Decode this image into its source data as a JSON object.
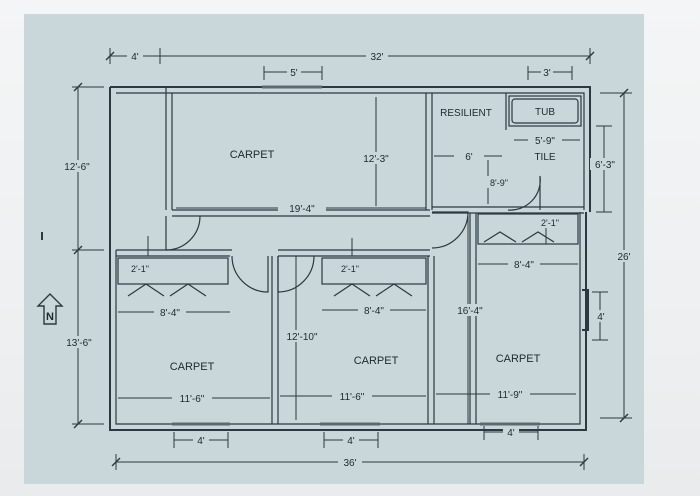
{
  "labels": {
    "dim_overall_top": "32'",
    "dim_top_left": "4'",
    "dim_top_door": "5'",
    "dim_top_right": "3'",
    "dim_left_upper": "12'-6\"",
    "dim_left_lower": "13'-6\"",
    "dim_right_total": "26'",
    "dim_right_bath": "6'-3\"",
    "dim_right_window": "4'",
    "dim_bottom_overall": "36'",
    "dim_bottom_w1": "4'",
    "dim_bottom_w2": "4'",
    "dim_bottom_w3": "4'",
    "room_carpet_main": "CARPET",
    "dim_main_height": "12'-3\"",
    "dim_main_width": "19'-4\"",
    "room_resilient": "RESILIENT",
    "room_tub": "TUB",
    "dim_tub_width": "5'-9\"",
    "room_tile": "TILE",
    "dim_bath_6": "6'",
    "dim_bath_door": "8'-9\"",
    "dim_closet_r": "2'-1\"",
    "dim_closet_r_width": "8'-4\"",
    "dim_closet_l": "2'-1\"",
    "dim_closet_l_width": "8'-4\"",
    "dim_closet_m": "2'-1\"",
    "dim_closet_m_width": "8'-4\"",
    "dim_hall_16": "16'-4\"",
    "dim_hall_12": "12'-10\"",
    "room_carpet_1": "CARPET",
    "room_carpet_2": "CARPET",
    "room_carpet_3": "CARPET",
    "dim_room1_width": "11'-6\"",
    "dim_room2_width": "11'-6\"",
    "dim_room3_width": "11'-9\"",
    "north_label": "N"
  },
  "colors": {
    "paper": "#c9d7da",
    "ink": "#1c2a2e",
    "wall": "#2a3a3e"
  }
}
